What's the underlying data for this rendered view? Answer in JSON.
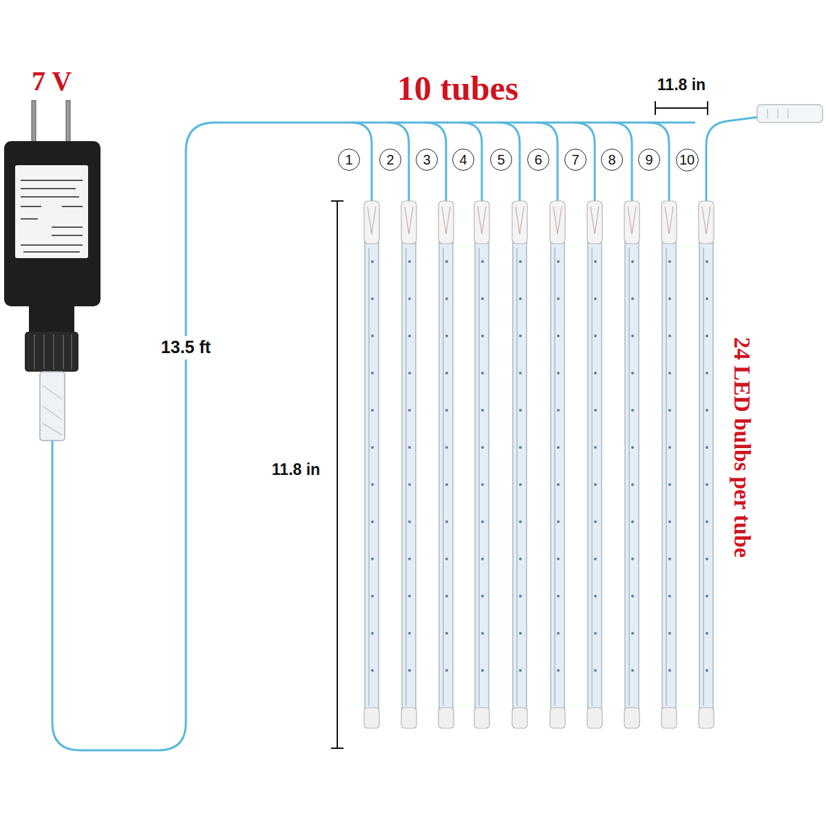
{
  "diagram": {
    "nodes": [
      {
        "text": [
          "1"
        ]
      },
      {
        "text": [
          "2"
        ]
      },
      {
        "text": [
          "3"
        ]
      },
      {
        "text": [
          "4"
        ]
      },
      {
        "text": [
          "5"
        ]
      },
      {
        "text": [
          "6"
        ]
      },
      {
        "text": [
          "7"
        ]
      },
      {
        "text": [
          "8"
        ]
      },
      {
        "text": [
          "9"
        ]
      },
      {
        "text": [
          "10"
        ]
      }
    ],
    "labels": [
      "7 V",
      "10 tubes",
      "11.8 in",
      "13.5 ft",
      "11.8 in",
      "24 LED bulbs per tube"
    ]
  }
}
